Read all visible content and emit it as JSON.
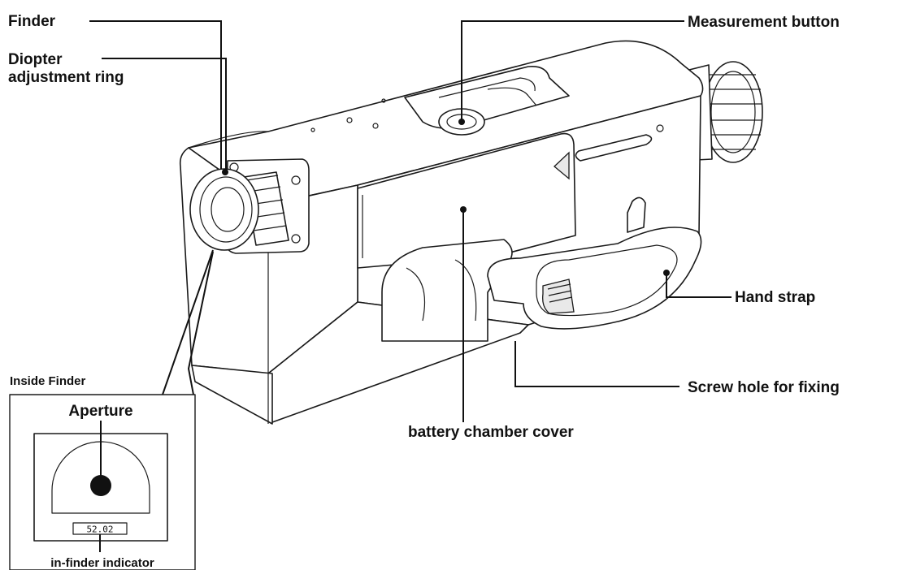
{
  "labels": {
    "finder": "Finder",
    "diopter_line1": "Diopter",
    "diopter_line2": "adjustment ring",
    "measurement_button": "Measurement button",
    "hand_strap": "Hand strap",
    "screw_hole": "Screw hole for fixing",
    "battery_cover": "battery chamber cover",
    "inside_finder": "Inside Finder",
    "aperture": "Aperture",
    "in_finder_indicator": "in-finder indicator"
  },
  "indicator_readout": "52.02"
}
